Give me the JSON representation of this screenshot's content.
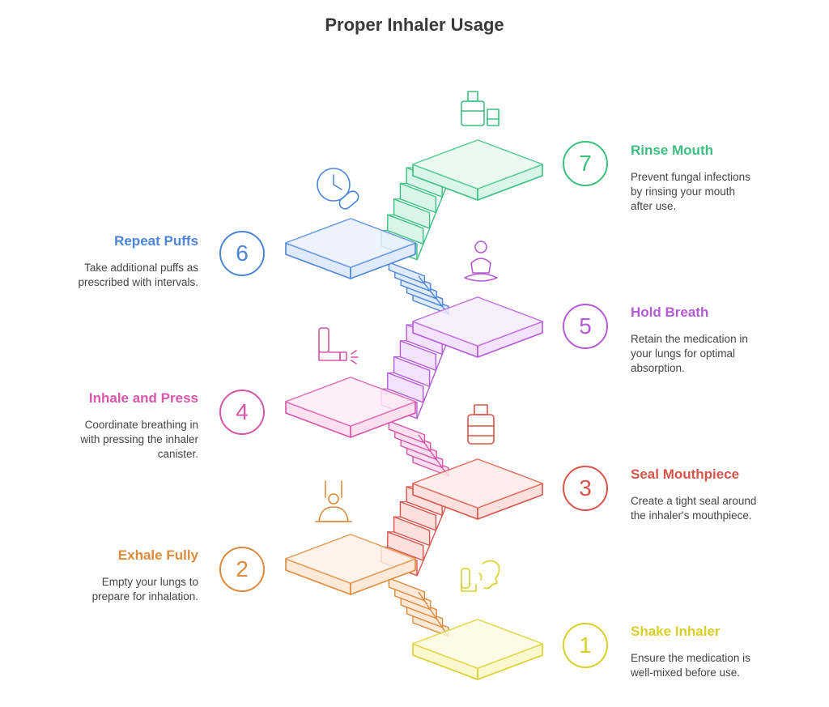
{
  "title": "Proper Inhaler Usage",
  "steps": [
    {
      "number": "1",
      "title": "Shake Inhaler",
      "desc": [
        "Ensure the medication is",
        "well-mixed before use."
      ],
      "color": "#d9cf2a",
      "fill": "#fbf7cf",
      "icon": "inhaler-face-icon"
    },
    {
      "number": "2",
      "title": "Exhale Fully",
      "desc": [
        "Empty your lungs to",
        "prepare for inhalation."
      ],
      "color": "#dc8a3c",
      "fill": "#fce9d8",
      "icon": "person-exhale-icon"
    },
    {
      "number": "3",
      "title": "Seal Mouthpiece",
      "desc": [
        "Create a tight seal around",
        "the inhaler's mouthpiece."
      ],
      "color": "#d8544b",
      "fill": "#fbe0dd",
      "icon": "bottle-icon"
    },
    {
      "number": "4",
      "title": "Inhale and Press",
      "desc": [
        "Coordinate breathing in",
        "with pressing the inhaler",
        "canister."
      ],
      "color": "#d656a8",
      "fill": "#fbe0f1",
      "icon": "inhaler-press-icon"
    },
    {
      "number": "5",
      "title": "Hold Breath",
      "desc": [
        "Retain the medication in",
        "your lungs for optimal",
        "absorption."
      ],
      "color": "#b55ad6",
      "fill": "#f2e2fb",
      "icon": "meditation-icon"
    },
    {
      "number": "6",
      "title": "Repeat Puffs",
      "desc": [
        "Take additional puffs as",
        "prescribed with intervals."
      ],
      "color": "#4d86d6",
      "fill": "#dfeafb",
      "icon": "clock-pill-icon"
    },
    {
      "number": "7",
      "title": "Rinse Mouth",
      "desc": [
        "Prevent fungal infections",
        "by rinsing your mouth",
        "after use."
      ],
      "color": "#3cbf80",
      "fill": "#d9f6e8",
      "icon": "bottle-glass-icon"
    }
  ]
}
